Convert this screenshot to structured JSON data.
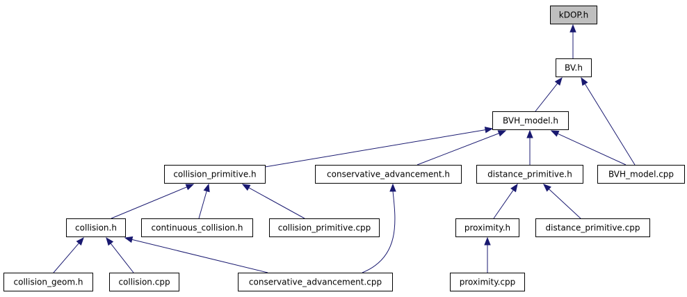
{
  "graph": {
    "nodes": [
      {
        "id": "kdop_h",
        "label": "kDOP.h",
        "root": true
      },
      {
        "id": "bv_h",
        "label": "BV.h"
      },
      {
        "id": "bvh_model_h",
        "label": "BVH_model.h"
      },
      {
        "id": "collision_primitive_h",
        "label": "collision_primitive.h"
      },
      {
        "id": "conservative_advancement_h",
        "label": "conservative_advancement.h"
      },
      {
        "id": "distance_primitive_h",
        "label": "distance_primitive.h"
      },
      {
        "id": "bvh_model_cpp",
        "label": "BVH_model.cpp"
      },
      {
        "id": "collision_h",
        "label": "collision.h"
      },
      {
        "id": "continuous_collision_h",
        "label": "continuous_collision.h"
      },
      {
        "id": "collision_primitive_cpp",
        "label": "collision_primitive.cpp"
      },
      {
        "id": "proximity_h",
        "label": "proximity.h"
      },
      {
        "id": "distance_primitive_cpp",
        "label": "distance_primitive.cpp"
      },
      {
        "id": "collision_geom_h",
        "label": "collision_geom.h"
      },
      {
        "id": "collision_cpp",
        "label": "collision.cpp"
      },
      {
        "id": "conservative_advancement_cpp",
        "label": "conservative_advancement.cpp"
      },
      {
        "id": "proximity_cpp",
        "label": "proximity.cpp"
      }
    ],
    "edges": [
      {
        "from": "bv_h",
        "to": "kdop_h"
      },
      {
        "from": "bvh_model_h",
        "to": "bv_h"
      },
      {
        "from": "bvh_model_cpp",
        "to": "bv_h"
      },
      {
        "from": "collision_primitive_h",
        "to": "bvh_model_h"
      },
      {
        "from": "conservative_advancement_h",
        "to": "bvh_model_h"
      },
      {
        "from": "distance_primitive_h",
        "to": "bvh_model_h"
      },
      {
        "from": "bvh_model_cpp",
        "to": "bvh_model_h"
      },
      {
        "from": "collision_h",
        "to": "collision_primitive_h"
      },
      {
        "from": "continuous_collision_h",
        "to": "collision_primitive_h"
      },
      {
        "from": "collision_primitive_cpp",
        "to": "collision_primitive_h"
      },
      {
        "from": "conservative_advancement_cpp",
        "to": "conservative_advancement_h"
      },
      {
        "from": "proximity_h",
        "to": "distance_primitive_h"
      },
      {
        "from": "distance_primitive_cpp",
        "to": "distance_primitive_h"
      },
      {
        "from": "collision_geom_h",
        "to": "collision_h"
      },
      {
        "from": "collision_cpp",
        "to": "collision_h"
      },
      {
        "from": "conservative_advancement_cpp",
        "to": "collision_h"
      },
      {
        "from": "proximity_cpp",
        "to": "proximity_h"
      }
    ]
  }
}
